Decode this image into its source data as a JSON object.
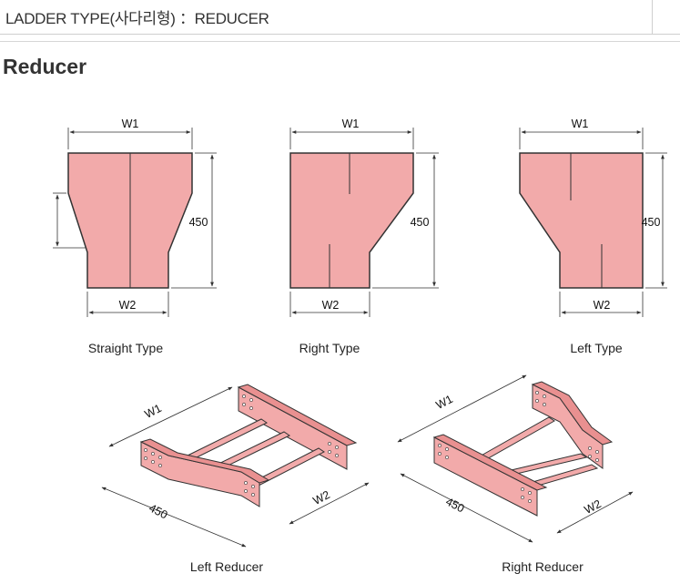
{
  "header": {
    "title": "LADDER TYPE(사다리형) ：REDUCER"
  },
  "section": {
    "heading": "Reducer"
  },
  "plan_views": [
    {
      "caption": "Straight Type",
      "w1": "W1",
      "w2": "W2",
      "length": "450"
    },
    {
      "caption": "Right Type",
      "w1": "W1",
      "w2": "W2",
      "length": "450"
    },
    {
      "caption": "Left Type",
      "w1": "W1",
      "w2": "W2",
      "length": "450"
    }
  ],
  "iso_views": [
    {
      "caption": "Left Reducer",
      "w1": "W1",
      "w2": "W2",
      "length": "450"
    },
    {
      "caption": "Right Reducer",
      "w1": "W1",
      "w2": "W2",
      "length": "450"
    }
  ],
  "colors": {
    "fill": "#f2aaaa",
    "outline": "#333333",
    "dim_line": "#333333"
  }
}
